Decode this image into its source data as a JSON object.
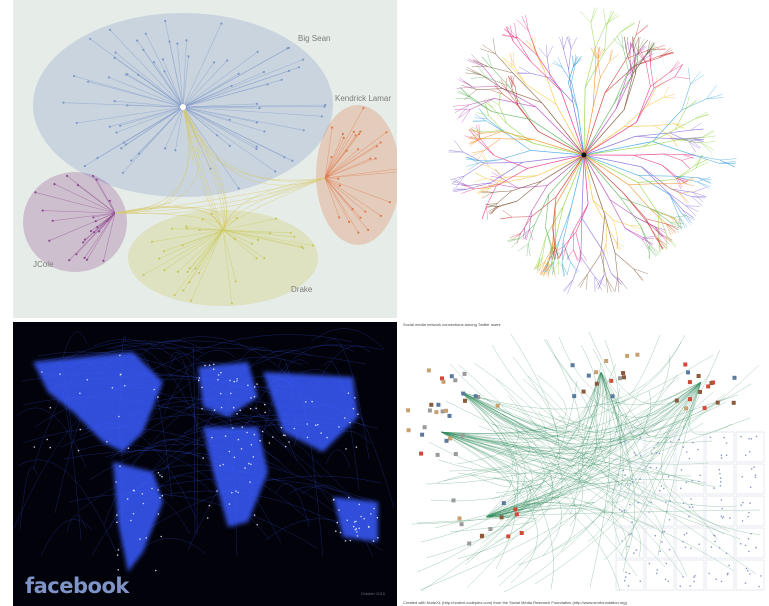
{
  "panel_rappers": {
    "labels": {
      "big_sean": "Big Sean",
      "kendrick_lamar": "Kendrick Lamar",
      "jcole": "JCole",
      "drake": "Drake"
    },
    "colors": {
      "big_sean": "#7d98c8",
      "kendrick_lamar": "#e07a4a",
      "jcole": "#8e4a8e",
      "drake": "#c9c85a",
      "background": "#e6ece8"
    }
  },
  "panel_internet_map": {
    "colors": [
      "#e8267a",
      "#7a5ad8",
      "#33a0e0",
      "#8bd23a",
      "#f08c1e",
      "#c8322a",
      "#5ab45a",
      "#b43cb4",
      "#7a4a2a",
      "#f2c030"
    ]
  },
  "panel_facebook": {
    "logo": "facebook",
    "date": "October 2010",
    "colors": {
      "background": "#02020a",
      "glow": "#3a5cff",
      "bright": "#e8f0ff"
    }
  },
  "panel_twitter": {
    "title": "Social media network connections among Twitter users",
    "credit": "Created with NodeXL (http://nodexl.codeplex.com) from the Social Media Research Foundation (http://www.smrfoundation.org)",
    "colors": {
      "edge": "#2e8a5a",
      "node": "#8a96c8"
    }
  }
}
